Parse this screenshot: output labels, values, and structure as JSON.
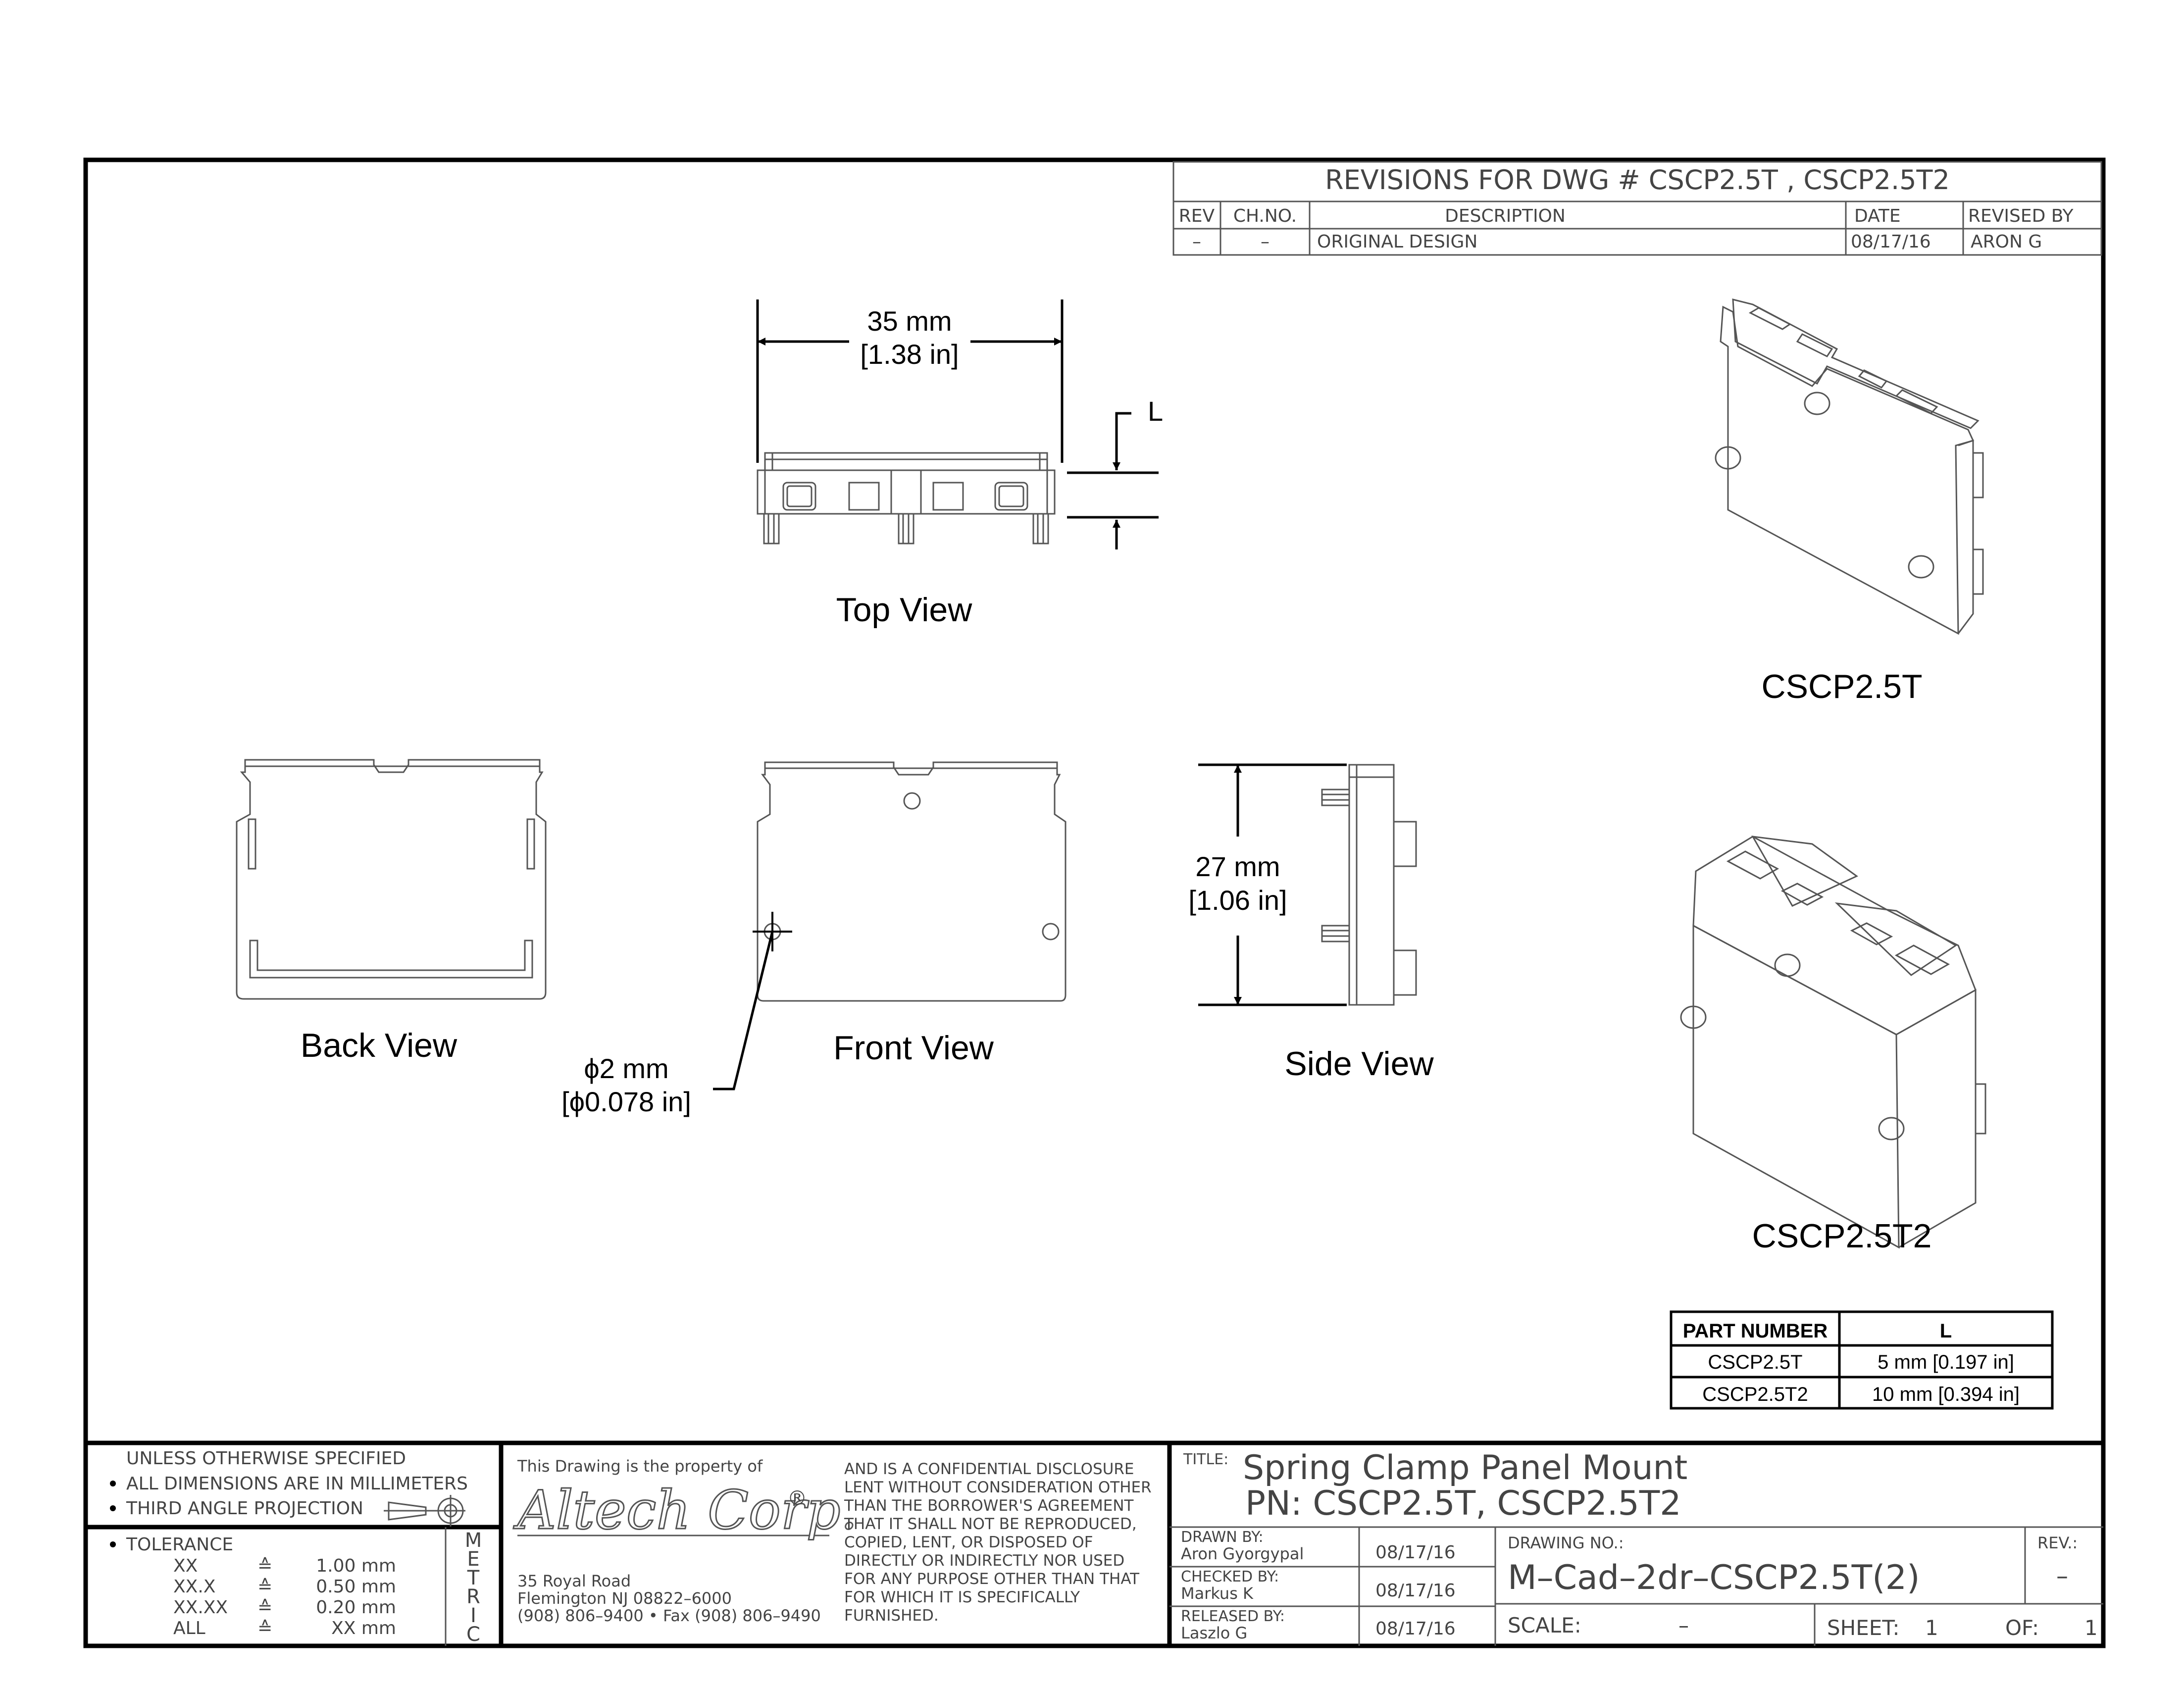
{
  "revisions": {
    "title": "REVISIONS  FOR  DWG  #  CSCP2.5T  ,  CSCP2.5T2",
    "headers": {
      "rev": "REV",
      "chno": "CH.NO.",
      "description": "DESCRIPTION",
      "date": "DATE",
      "revised_by": "REVISED BY"
    },
    "row": {
      "rev": "–",
      "chno": "–",
      "description": "ORIGINAL  DESIGN",
      "date": "08/17/16",
      "revised_by": "ARON  G"
    }
  },
  "views": {
    "top": {
      "label": "Top View",
      "width_mm": "35 mm",
      "width_in": "[1.38 in]",
      "l_label": "L"
    },
    "back": {
      "label": "Back View"
    },
    "front": {
      "label": "Front View",
      "hole_mm": "ϕ2 mm",
      "hole_in": "[ϕ0.078 in]"
    },
    "side": {
      "label": "Side View",
      "height_mm": "27 mm",
      "height_in": "[1.06 in]"
    },
    "iso1": {
      "label": "CSCP2.5T"
    },
    "iso2": {
      "label": "CSCP2.5T2"
    }
  },
  "part_table": {
    "headers": [
      "PART NUMBER",
      "L"
    ],
    "rows": [
      [
        "CSCP2.5T",
        "5 mm [0.197 in]"
      ],
      [
        "CSCP2.5T2",
        "10 mm [0.394 in]"
      ]
    ]
  },
  "title_block": {
    "notes": {
      "line1": "UNLESS  OTHERWISE  SPECIFIED",
      "line2": "ALL  DIMENSIONS  ARE  IN  MILLIMETERS",
      "line3": "THIRD  ANGLE  PROJECTION"
    },
    "tolerance": {
      "label": "TOLERANCE",
      "rows": [
        [
          "XX",
          "≙",
          "1.00 mm"
        ],
        [
          "XX.X",
          "≙",
          "0.50 mm"
        ],
        [
          "XX.XX",
          "≙",
          "0.20 mm"
        ],
        [
          "ALL",
          "≙",
          "XX mm"
        ]
      ],
      "metric": [
        "M",
        "E",
        "T",
        "R",
        "I",
        "C"
      ]
    },
    "property": {
      "intro": "This  Drawing  is  the  property  of",
      "company": "Altech Corp.",
      "registered": "®",
      "address1": "35  Royal  Road",
      "address2": "Flemington  NJ  08822–6000",
      "address3": "(908)  806–9400  •  Fax  (908)  806–9490",
      "disclosure": [
        "AND  IS  A  CONFIDENTIAL  DISCLOSURE",
        "LENT  WITHOUT  CONSIDERATION  OTHER",
        "THAN  THE  BORROWER'S  AGREEMENT",
        "THAT  IT  SHALL  NOT  BE  REPRODUCED,",
        "COPIED,  LENT,  OR  DISPOSED  OF",
        "DIRECTLY  OR  INDIRECTLY  NOR  USED",
        "FOR  ANY  PURPOSE  OTHER  THAN  THAT",
        "FOR  WHICH  IT  IS  SPECIFICALLY",
        "FURNISHED."
      ]
    },
    "title_label": "TITLE:",
    "title_line1": "Spring  Clamp  Panel  Mount",
    "title_line2": "PN:  CSCP2.5T,  CSCP2.5T2",
    "drawn_by_label": "DRAWN  BY:",
    "drawn_by": "Aron  Gyorgypal",
    "drawn_date": "08/17/16",
    "checked_by_label": "CHECKED  BY:",
    "checked_by": "Markus  K",
    "checked_date": "08/17/16",
    "released_by_label": "RELEASED  BY:",
    "released_by": "Laszlo  G",
    "released_date": "08/17/16",
    "drawing_no_label": "DRAWING  NO.:",
    "drawing_no": "M–Cad–2dr–CSCP2.5T(2)",
    "rev_label": "REV.:",
    "rev_value": "–",
    "scale_label": "SCALE:",
    "scale_value": "–",
    "sheet_label": "SHEET:",
    "sheet_value": "1",
    "of_label": "OF:",
    "of_value": "1"
  }
}
